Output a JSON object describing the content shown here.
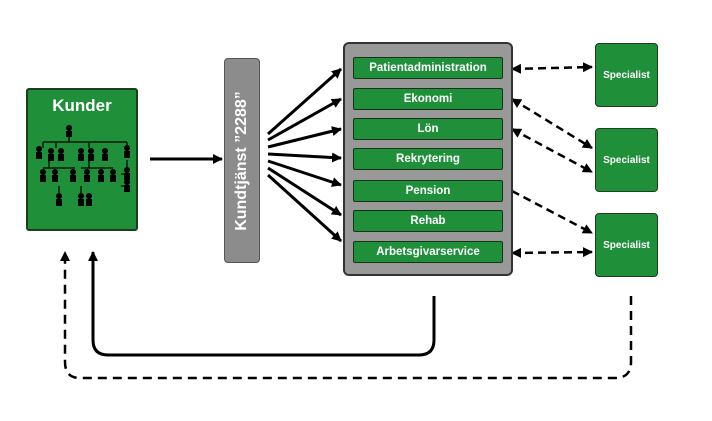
{
  "kunder": {
    "title": "Kunder"
  },
  "kundtjanst": {
    "label": "Kundtjänst ”2288”"
  },
  "services": [
    "Patientadministration",
    "Ekonomi",
    "Lön",
    "Rekrytering",
    "Pension",
    "Rehab",
    "Arbetsgivarservice"
  ],
  "specialists": [
    "Specialist",
    "Specialist",
    "Specialist"
  ],
  "colors": {
    "green": "#1f8f3a",
    "gray": "#999999",
    "dark": "#000000"
  }
}
